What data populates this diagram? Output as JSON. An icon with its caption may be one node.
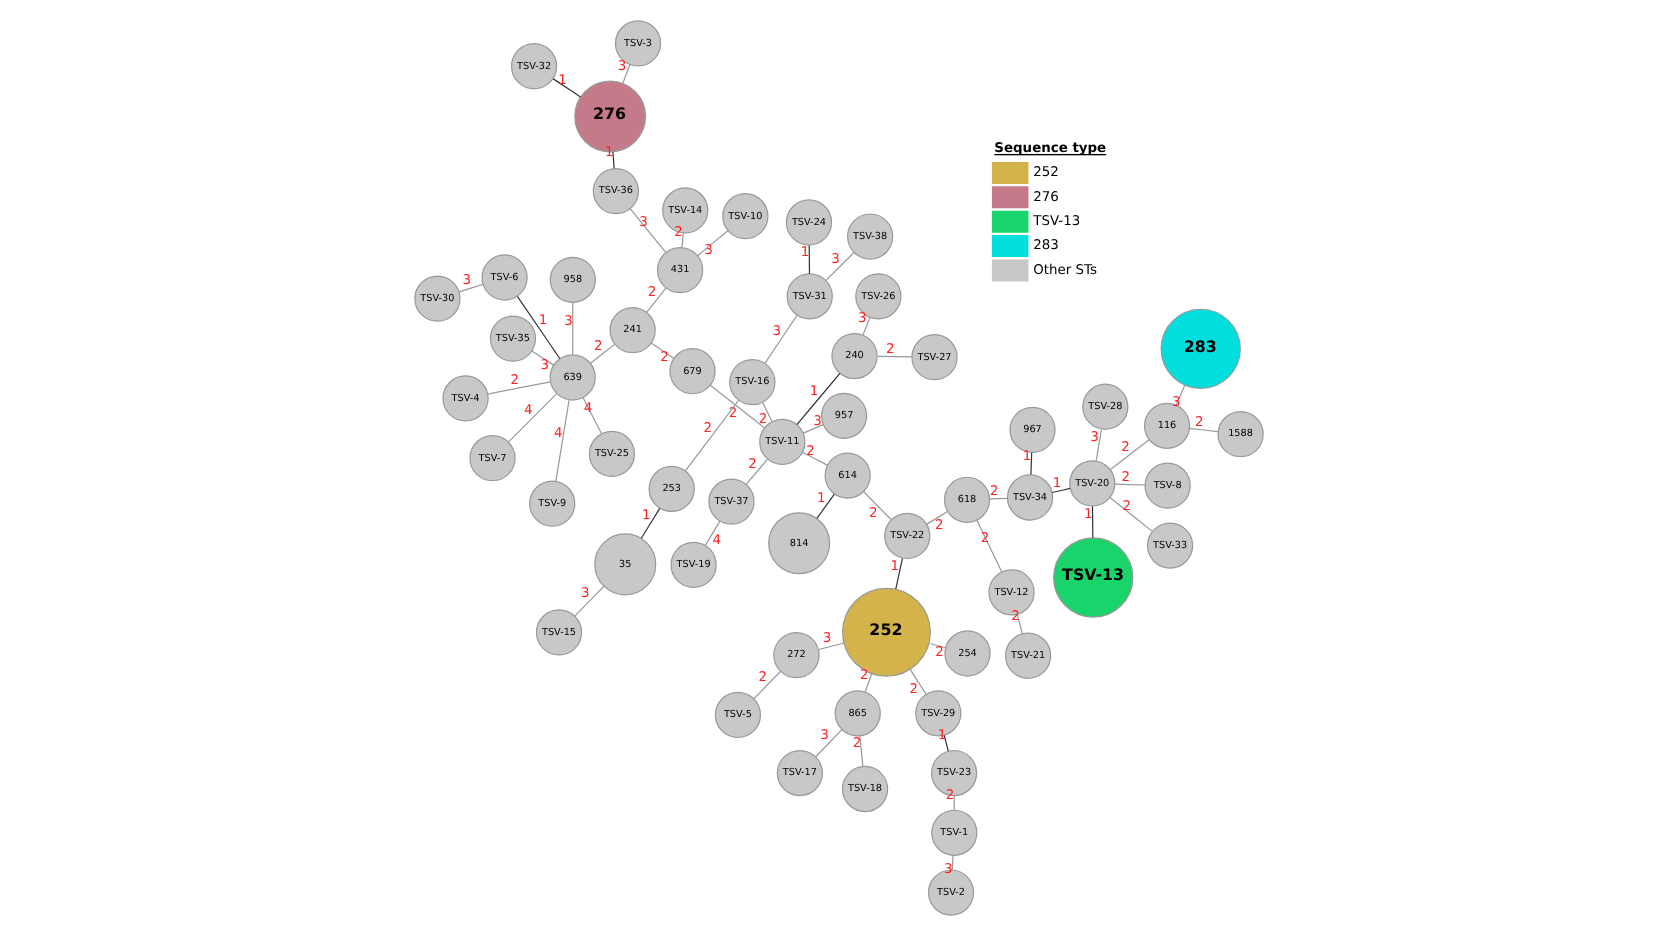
{
  "diagram": {
    "nodes": [
      {
        "text": [
          "TSV-5"
        ]
      },
      {
        "text": [
          "TSV-23"
        ]
      },
      {
        "text": [
          "TSV-1"
        ]
      },
      {
        "text": [
          "TSV-2"
        ]
      },
      {
        "text": [
          "TSV-29"
        ]
      },
      {
        "text": [
          "272"
        ]
      },
      {
        "text": [
          "TSV-17"
        ]
      },
      {
        "text": [
          "252"
        ]
      },
      {
        "text": [
          "TSV-18"
        ]
      },
      {
        "text": [
          "865"
        ]
      },
      {
        "text": [
          "254"
        ]
      },
      {
        "text": [
          "TSV-21"
        ]
      },
      {
        "text": [
          "TSV-30"
        ]
      },
      {
        "text": [
          "TSV-6"
        ]
      },
      {
        "text": [
          "958"
        ]
      },
      {
        "text": [
          "TSV-12"
        ]
      },
      {
        "text": [
          "TSV-22"
        ]
      },
      {
        "text": [
          "TSV-35"
        ]
      },
      {
        "text": [
          "639"
        ]
      },
      {
        "text": [
          "TSV-4"
        ]
      },
      {
        "text": [
          "TSV-7"
        ]
      },
      {
        "text": [
          "TSV-19"
        ]
      },
      {
        "text": [
          "618"
        ]
      },
      {
        "text": [
          "TSV-8"
        ]
      },
      {
        "text": [
          "TSV-28"
        ]
      },
      {
        "text": [
          "TSV-9"
        ]
      },
      {
        "text": [
          "TSV-37"
        ]
      },
      {
        "text": [
          "614"
        ]
      },
      {
        "text": [
          "TSV-34"
        ]
      },
      {
        "text": [
          "TSV-25"
        ]
      },
      {
        "text": [
          "TSV-20"
        ]
      },
      {
        "text": [
          "1588"
        ]
      },
      {
        "text": [
          "241"
        ]
      },
      {
        "text": [
          "679"
        ]
      },
      {
        "text": [
          "TSV-11"
        ]
      },
      {
        "text": [
          "814"
        ]
      },
      {
        "text": [
          "967"
        ]
      },
      {
        "text": [
          "116"
        ]
      },
      {
        "text": [
          "TSV-3"
        ]
      },
      {
        "text": [
          "276"
        ]
      },
      {
        "text": [
          "TSV-36"
        ]
      },
      {
        "text": [
          "431"
        ]
      },
      {
        "text": [
          "TSV-16"
        ]
      },
      {
        "text": [
          "240"
        ]
      },
      {
        "text": [
          "TSV-13"
        ]
      },
      {
        "text": [
          "283"
        ]
      },
      {
        "text": [
          "TSV-27"
        ]
      },
      {
        "text": [
          "957"
        ]
      },
      {
        "text": [
          "253"
        ]
      },
      {
        "text": [
          "TSV-33"
        ]
      },
      {
        "text": [
          "TSV-32"
        ]
      },
      {
        "text": [
          "TSV-10"
        ]
      },
      {
        "text": [
          "TSV-14"
        ]
      },
      {
        "text": [
          "TSV-26"
        ]
      },
      {
        "text": [
          "TSV-31"
        ]
      },
      {
        "text": [
          "35"
        ]
      },
      {
        "text": [
          "TSV-15"
        ]
      },
      {
        "text": [
          "TSV-24"
        ]
      },
      {
        "text": [
          "TSV-38"
        ]
      }
    ],
    "edges": [
      {
        "from": 0,
        "to": 5,
        "arrow": "none",
        "label": "2"
      },
      {
        "from": 5,
        "to": 7,
        "arrow": "none",
        "label": "3"
      },
      {
        "from": 4,
        "to": 7,
        "arrow": "none",
        "label": "2"
      },
      {
        "from": 1,
        "to": 4,
        "arrow": "none",
        "label": "1",
        "color": "#333333"
      },
      {
        "from": 1,
        "to": 2,
        "arrow": "none",
        "label": "2"
      },
      {
        "from": 2,
        "to": 3,
        "arrow": "none",
        "label": "3"
      },
      {
        "from": 6,
        "to": 9,
        "arrow": "none",
        "label": "3"
      },
      {
        "from": 8,
        "to": 9,
        "arrow": "none",
        "label": "2"
      },
      {
        "from": 9,
        "to": 7,
        "arrow": "none",
        "label": "2"
      },
      {
        "from": 7,
        "to": 10,
        "arrow": "none",
        "label": "2"
      },
      {
        "from": 7,
        "to": 16,
        "arrow": "none",
        "label": "1",
        "color": "#333333"
      },
      {
        "from": 16,
        "to": 22,
        "arrow": "none",
        "label": "2"
      },
      {
        "from": 22,
        "to": 15,
        "arrow": "none",
        "label": "2"
      },
      {
        "from": 15,
        "to": 11,
        "arrow": "none",
        "label": "2"
      },
      {
        "from": 22,
        "to": 28,
        "arrow": "none",
        "label": "2"
      },
      {
        "from": 28,
        "to": 36,
        "arrow": "none",
        "label": "1",
        "color": "#333333"
      },
      {
        "from": 28,
        "to": 30,
        "arrow": "none",
        "label": "1",
        "color": "#333333"
      },
      {
        "from": 30,
        "to": 23,
        "arrow": "none",
        "label": "2"
      },
      {
        "from": 30,
        "to": 24,
        "arrow": "none",
        "label": "3"
      },
      {
        "from": 30,
        "to": 37,
        "arrow": "none",
        "label": "2"
      },
      {
        "from": 37,
        "to": 31,
        "arrow": "none",
        "label": "2"
      },
      {
        "from": 37,
        "to": 45,
        "arrow": "none",
        "label": "3"
      },
      {
        "from": 30,
        "to": 44,
        "arrow": "none",
        "label": "1",
        "color": "#333333"
      },
      {
        "from": 30,
        "to": 49,
        "arrow": "none",
        "label": "2"
      },
      {
        "from": 16,
        "to": 27,
        "arrow": "none",
        "label": "2"
      },
      {
        "from": 27,
        "to": 35,
        "arrow": "none",
        "label": "1",
        "color": "#333333"
      },
      {
        "from": 27,
        "to": 34,
        "arrow": "none",
        "label": "2"
      },
      {
        "from": 21,
        "to": 26,
        "arrow": "none",
        "label": "4"
      },
      {
        "from": 26,
        "to": 34,
        "arrow": "none",
        "label": "2"
      },
      {
        "from": 33,
        "to": 34,
        "arrow": "none",
        "label": "2"
      },
      {
        "from": 32,
        "to": 33,
        "arrow": "none",
        "label": "2"
      },
      {
        "from": 18,
        "to": 32,
        "arrow": "none",
        "label": "2"
      },
      {
        "from": 12,
        "to": 13,
        "arrow": "none",
        "label": "3"
      },
      {
        "from": 13,
        "to": 18,
        "arrow": "none",
        "label": "1",
        "color": "#333333"
      },
      {
        "from": 14,
        "to": 18,
        "arrow": "none",
        "label": "3"
      },
      {
        "from": 17,
        "to": 18,
        "arrow": "none",
        "label": "3"
      },
      {
        "from": 18,
        "to": 19,
        "arrow": "none",
        "label": "2"
      },
      {
        "from": 18,
        "to": 20,
        "arrow": "none",
        "label": "4"
      },
      {
        "from": 18,
        "to": 25,
        "arrow": "none",
        "label": "4"
      },
      {
        "from": 18,
        "to": 29,
        "arrow": "none",
        "label": "4"
      },
      {
        "from": 32,
        "to": 41,
        "arrow": "none",
        "label": "2"
      },
      {
        "from": 40,
        "to": 41,
        "arrow": "none",
        "label": "3"
      },
      {
        "from": 39,
        "to": 40,
        "arrow": "none",
        "label": "1",
        "color": "#333333"
      },
      {
        "from": 38,
        "to": 39,
        "arrow": "none",
        "label": "3"
      },
      {
        "from": 39,
        "to": 50,
        "arrow": "none",
        "label": "1",
        "color": "#333333"
      },
      {
        "from": 41,
        "to": 51,
        "arrow": "none",
        "label": "3"
      },
      {
        "from": 41,
        "to": 52,
        "arrow": "none",
        "label": "2"
      },
      {
        "from": 34,
        "to": 43,
        "arrow": "none",
        "label": "1",
        "color": "#333333"
      },
      {
        "from": 46,
        "to": 43,
        "arrow": "none",
        "label": "2"
      },
      {
        "from": 43,
        "to": 53,
        "arrow": "none",
        "label": "3"
      },
      {
        "from": 34,
        "to": 47,
        "arrow": "none",
        "label": "3"
      },
      {
        "from": 34,
        "to": 42,
        "arrow": "none",
        "label": "2"
      },
      {
        "from": 42,
        "to": 48,
        "arrow": "none",
        "label": "2"
      },
      {
        "from": 48,
        "to": 55,
        "arrow": "none",
        "label": "1",
        "color": "#333333"
      },
      {
        "from": 55,
        "to": 56,
        "arrow": "none",
        "label": "3"
      },
      {
        "from": 42,
        "to": 54,
        "arrow": "none",
        "label": "3"
      },
      {
        "from": 54,
        "to": 57,
        "arrow": "none",
        "label": "1",
        "color": "#333333"
      },
      {
        "from": 54,
        "to": 58,
        "arrow": "none",
        "label": "3"
      }
    ],
    "labels": [
      "Sequence type"
    ],
    "legend": [
      {
        "text": "252",
        "color": "#d4b44a"
      },
      {
        "text": "276",
        "color": "#c47a88"
      },
      {
        "text": "TSV-13",
        "color": "#19d46a"
      },
      {
        "text": "283",
        "color": "#00dede"
      },
      {
        "text": "Other STs",
        "color": "#c8c8c8"
      }
    ]
  }
}
